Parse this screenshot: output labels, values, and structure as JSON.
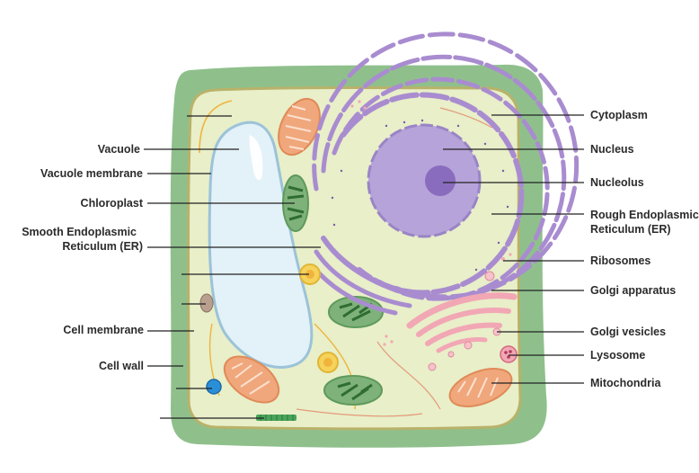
{
  "labels_left": {
    "vacuole": "Vacuole",
    "vacuole_membrane": "Vacuole membrane",
    "chloroplast": "Chloroplast",
    "smooth_er_line1": "Smooth Endoplasmic",
    "smooth_er_line2": "Reticulum (ER)",
    "cell_membrane": "Cell membrane",
    "cell_wall": "Cell wall"
  },
  "labels_right": {
    "cytoplasm": "Cytoplasm",
    "nucleus": "Nucleus",
    "nucleolus": "Nucleolus",
    "rough_er_line1": "Rough Endoplasmic",
    "rough_er_line2": "Reticulum (ER)",
    "ribosomes": "Ribosomes",
    "golgi_apparatus": "Golgi apparatus",
    "golgi_vesicles": "Golgi vesicles",
    "lysosome": "Lysosome",
    "mitochondria": "Mitochondria"
  },
  "colors": {
    "cell_wall": "#8fc08c",
    "cytoplasm": "#e8efc9",
    "membrane": "#b9b26a",
    "vacuole": "#e3f1f8",
    "vacuole_edge": "#9cc3d8",
    "nucleus": "#b6a3d9",
    "nucleolus": "#8a6cbf",
    "er": "#a98cd0",
    "golgi": "#f2a7b5",
    "mitochondria": "#f0a77c",
    "chloroplast": "#7fb27b",
    "leader_line": "#222222"
  }
}
